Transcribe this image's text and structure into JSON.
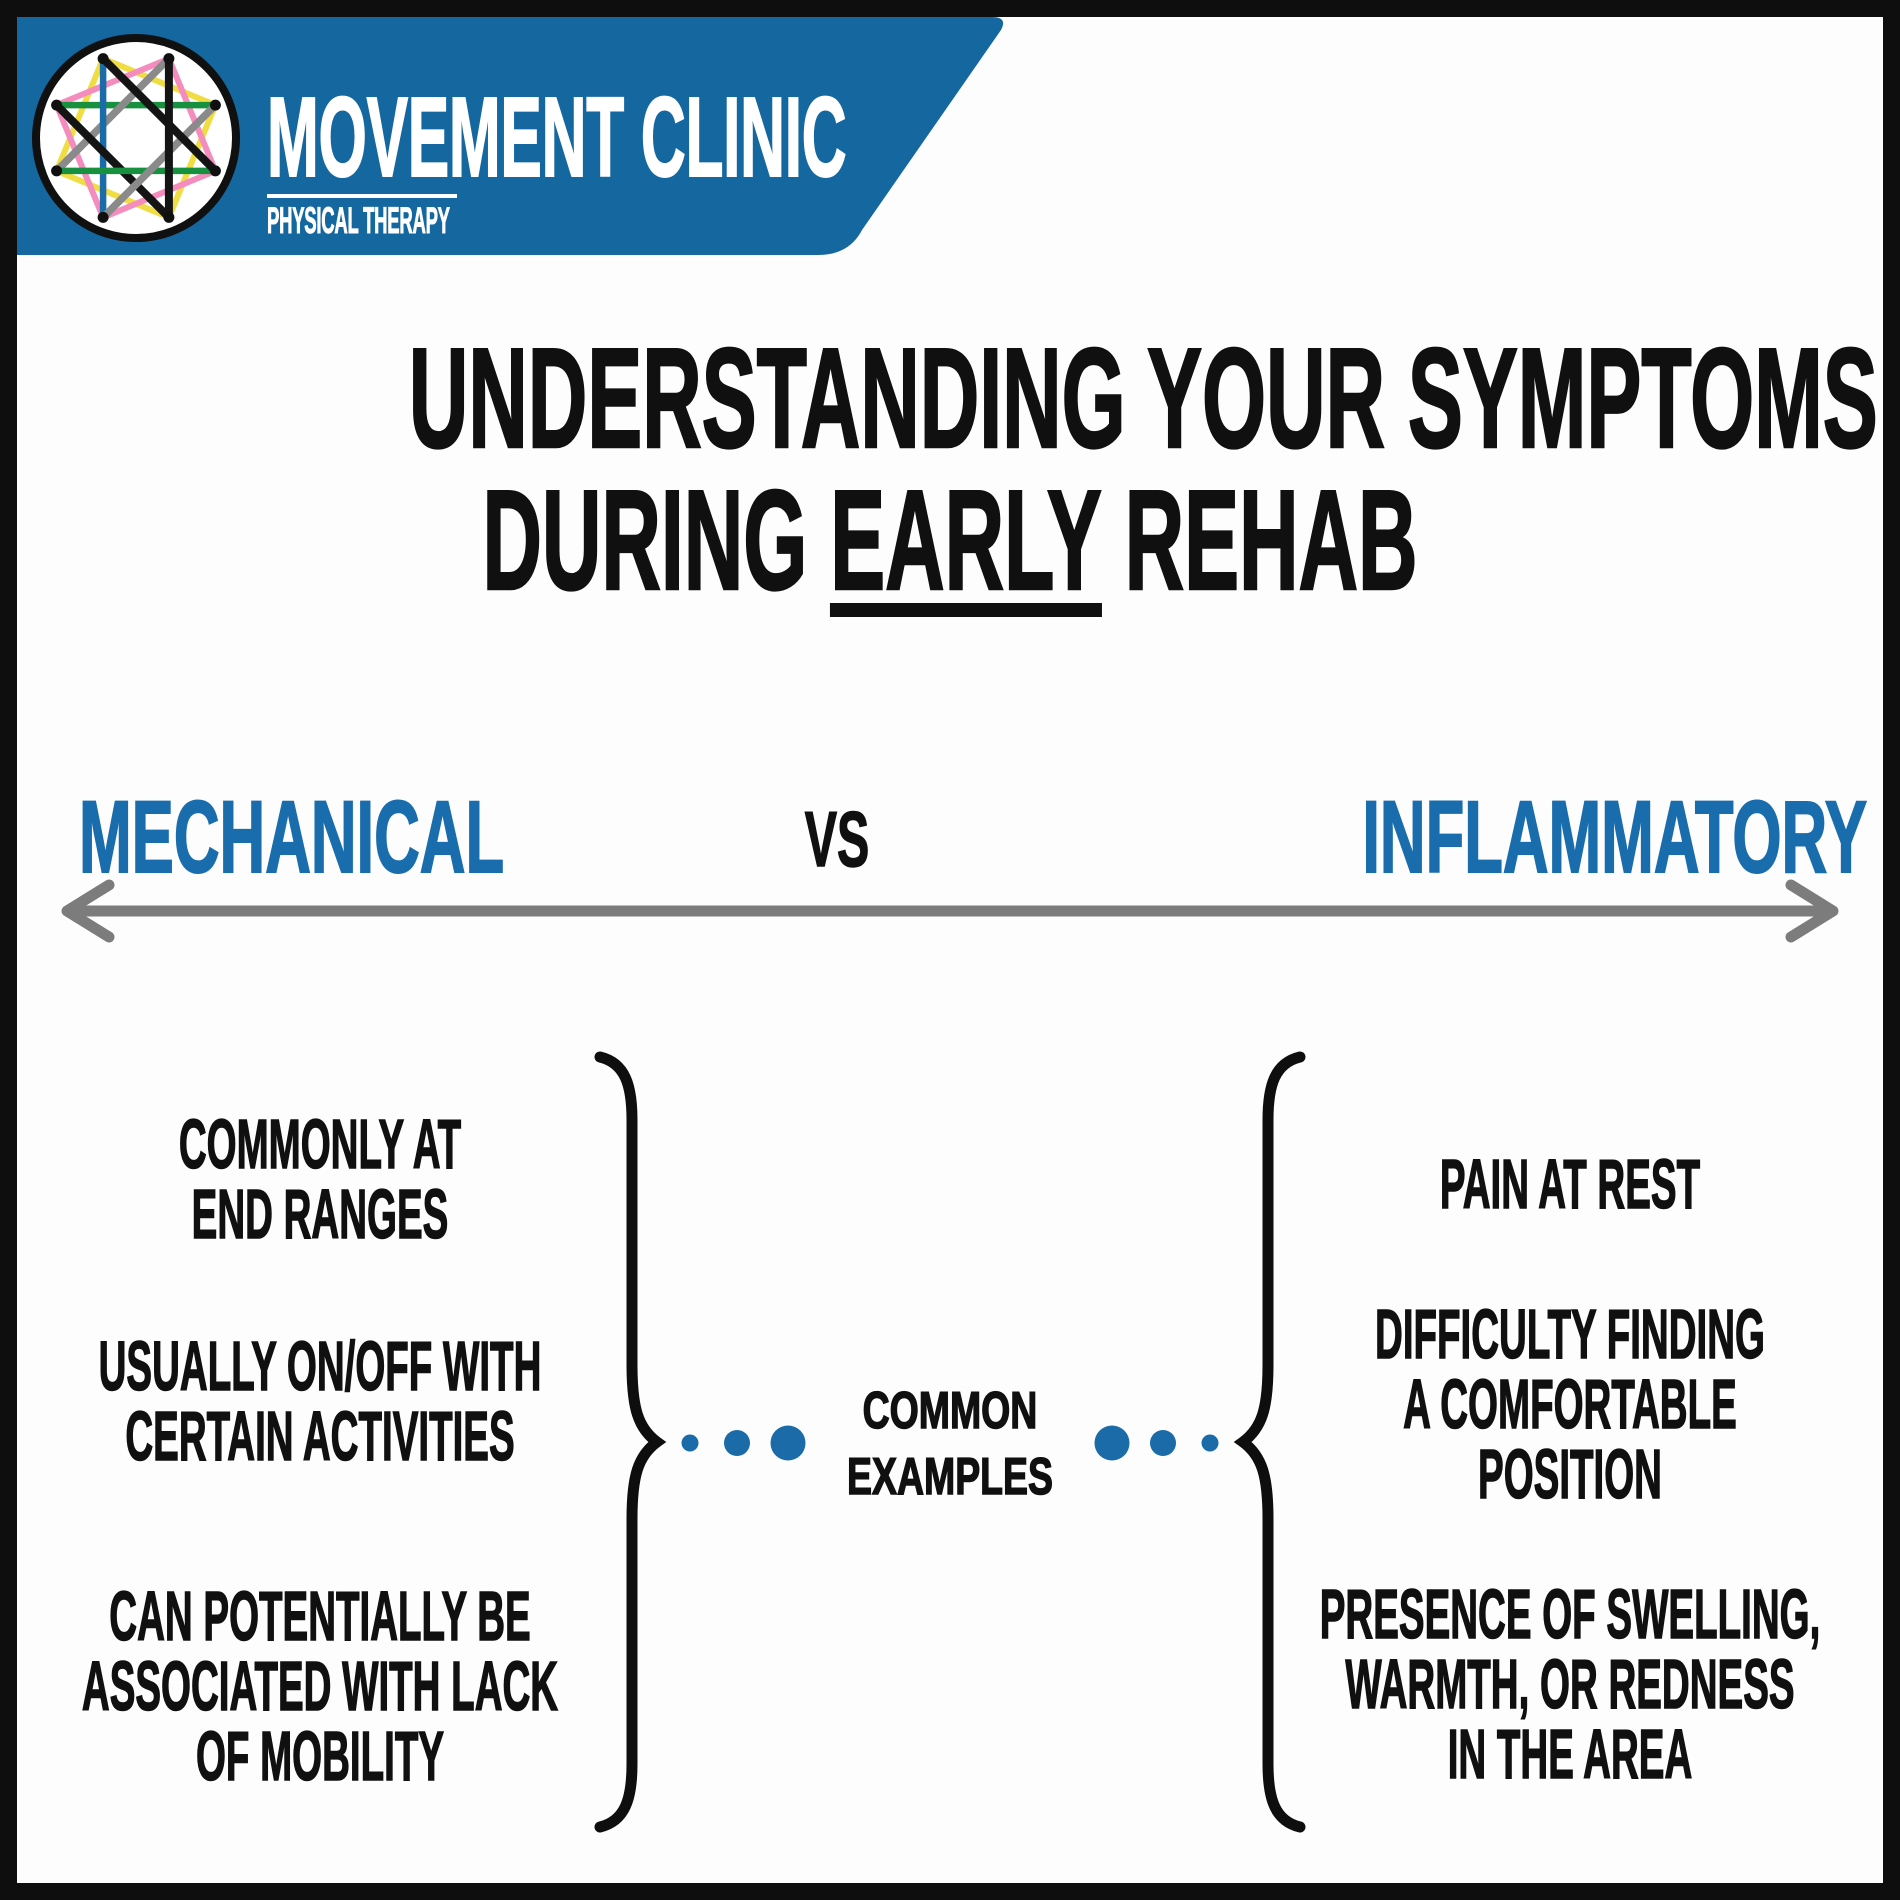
{
  "brand": {
    "name": "MOVEMENT CLINIC",
    "subtitle": "PHYSICAL THERAPY"
  },
  "title": {
    "line1": "UNDERSTANDING YOUR SYMPTOMS",
    "line2_pre": "DURING ",
    "line2_underlined": "EARLY",
    "line2_post": " REHAB"
  },
  "comparison": {
    "left_label": "MECHANICAL",
    "vs_label": "VS",
    "right_label": "INFLAMMATORY"
  },
  "center_label": {
    "line1": "COMMON",
    "line2": "EXAMPLES"
  },
  "mechanical_items": [
    {
      "lines": [
        "COMMONLY AT",
        "END RANGES"
      ]
    },
    {
      "lines": [
        "USUALLY ON/OFF WITH",
        "CERTAIN ACTIVITIES"
      ]
    },
    {
      "lines": [
        "CAN POTENTIALLY BE",
        "ASSOCIATED WITH LACK",
        "OF MOBILITY"
      ]
    }
  ],
  "inflammatory_items": [
    {
      "lines": [
        "PAIN AT REST"
      ]
    },
    {
      "lines": [
        "DIFFICULTY FINDING",
        "A COMFORTABLE",
        "POSITION"
      ]
    },
    {
      "lines": [
        "PRESENCE OF SWELLING,",
        "WARMTH, OR REDNESS",
        "IN THE AREA"
      ]
    }
  ],
  "colors": {
    "banner-blue": "#15679f",
    "heading-blue": "#1a6dad",
    "dot-blue": "#1b6ba9",
    "arrow-gray": "#7c7c7c",
    "ink": "#101010",
    "logo-pink": "#f48cbe",
    "logo-yellow": "#f0dd43",
    "logo-green": "#17913f",
    "logo-blue": "#1b6ba9",
    "logo-gray": "#8a8a8a",
    "logo-black": "#141414"
  }
}
